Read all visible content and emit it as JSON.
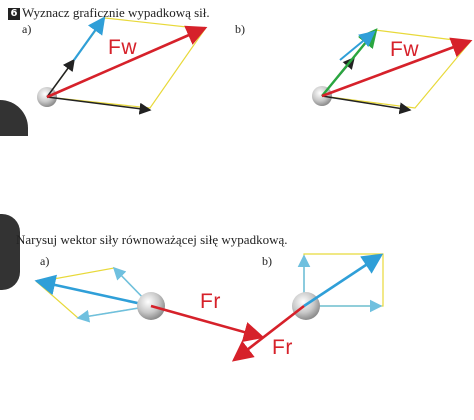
{
  "task6": {
    "number": "6",
    "text": "Wyznacz graficznie wypadkową sił.",
    "part_a": "a)",
    "part_b": "b)",
    "label_a": "Fw",
    "label_b": "Fw"
  },
  "task7": {
    "text": "Narysuj wektor siły równoważącej siłę wypadkową.",
    "part_a": "a)",
    "part_b": "b)",
    "label_a": "Fr",
    "label_b": "Fr"
  },
  "colors": {
    "resultant": "#d6212a",
    "force_blue": "#2f9fd8",
    "force_light": "#6fc0df",
    "force_black": "#222222",
    "force_green": "#2aa640",
    "parallelogram": "#e8d93a",
    "ball": "#c8c8c8"
  }
}
